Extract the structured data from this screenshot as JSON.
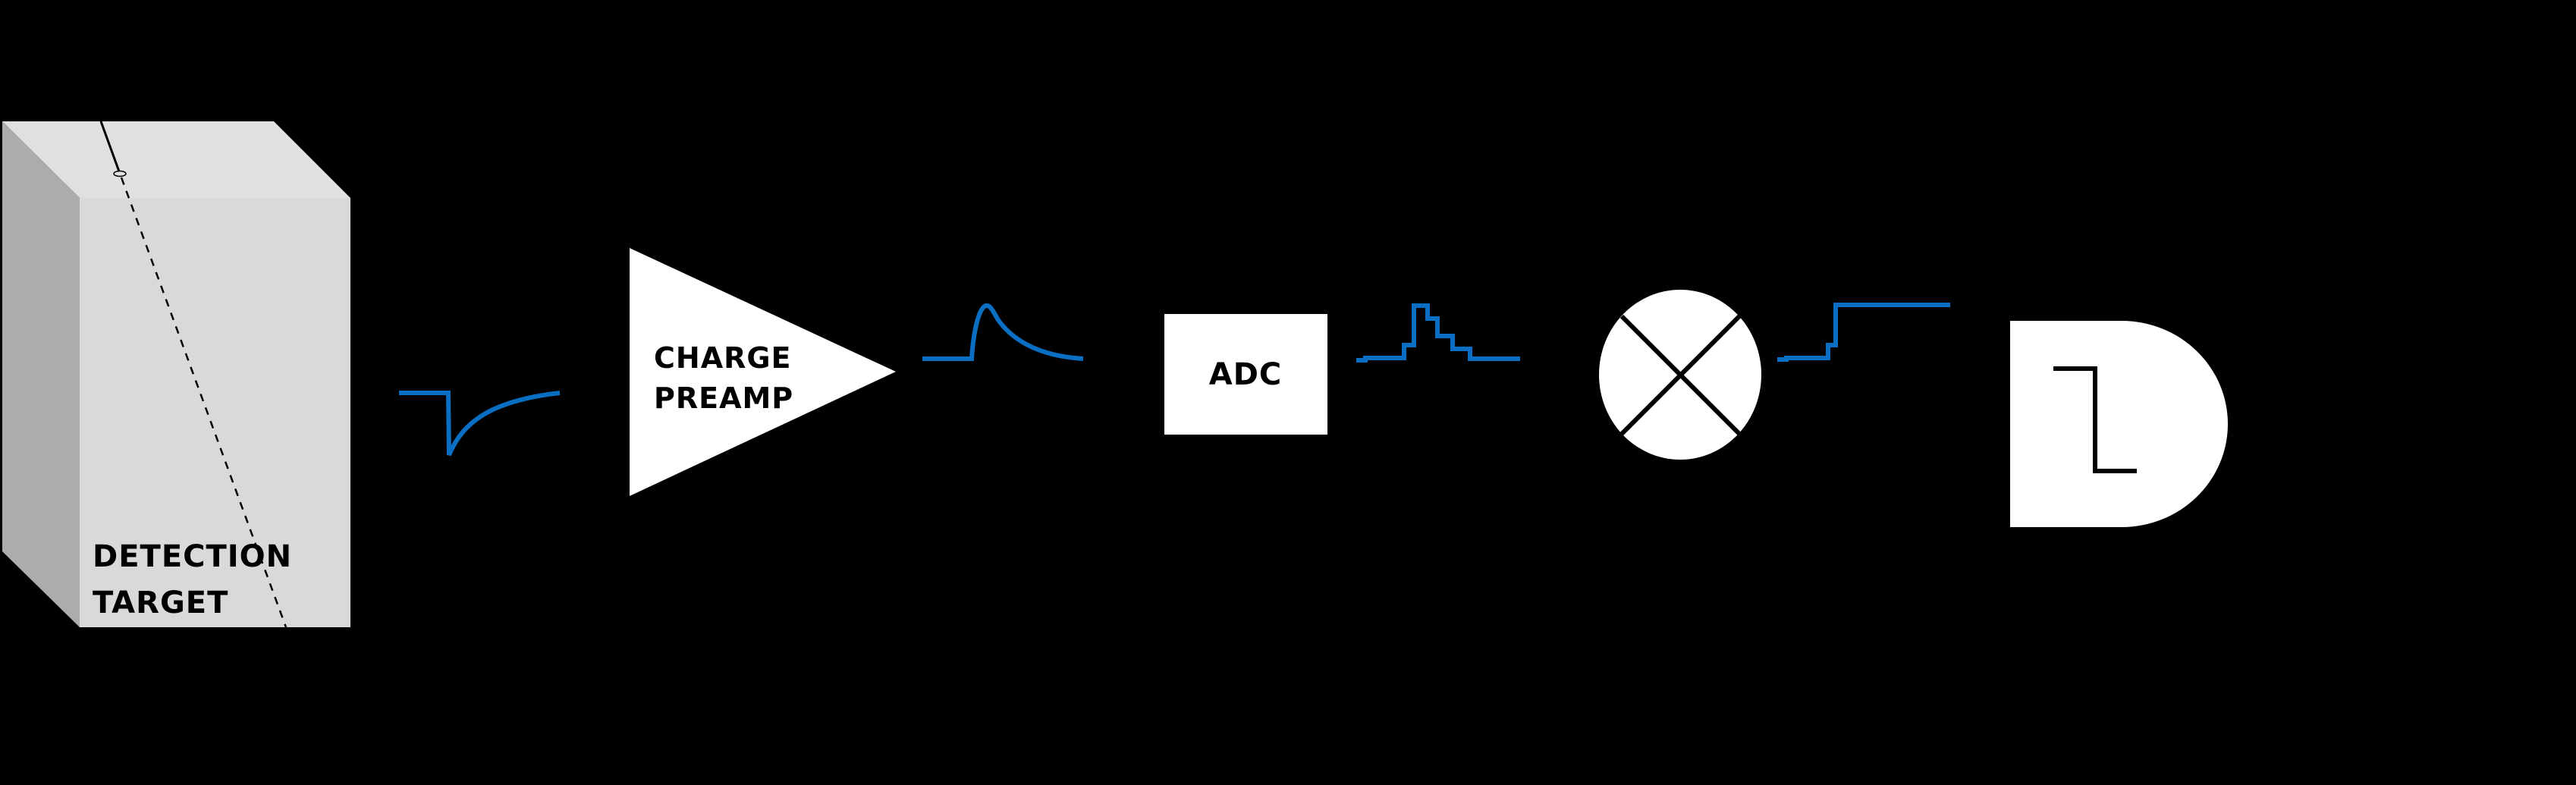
{
  "diagram": {
    "background_color": "#000000",
    "signal_color": "#0a6fc2",
    "block_fill": "#ffffff",
    "blocks": [
      {
        "id": "detection-target",
        "shape": "3d-box",
        "label_lines": [
          "DETECTION",
          "TARGET"
        ],
        "colors": {
          "top": "#e0e0e0",
          "front": "#d9d9d9",
          "side": "#acacac"
        }
      },
      {
        "id": "charge-preamp",
        "shape": "triangle-amplifier",
        "label_lines": [
          "CHARGE",
          "PREAMP"
        ]
      },
      {
        "id": "adc",
        "shape": "rectangle",
        "label_lines": [
          "ADC"
        ]
      },
      {
        "id": "multiplier",
        "shape": "circle-with-x",
        "label_lines": []
      },
      {
        "id": "discriminator",
        "shape": "d-gate-with-step",
        "label_lines": []
      }
    ],
    "signals": [
      {
        "id": "detector-pulse",
        "description": "negative step with exponential recovery",
        "between": [
          "detection-target",
          "charge-preamp"
        ]
      },
      {
        "id": "shaped-pulse",
        "description": "positive shaped pulse with exponential decay",
        "between": [
          "charge-preamp",
          "adc"
        ]
      },
      {
        "id": "digitized-pulse",
        "description": "stepped digitized pulse",
        "between": [
          "adc",
          "multiplier"
        ]
      },
      {
        "id": "integrated-step",
        "description": "stepped rising integral",
        "between": [
          "multiplier",
          "discriminator"
        ]
      }
    ],
    "particle_track": {
      "style": "solid then dashed",
      "has_interaction_marker": true
    }
  }
}
